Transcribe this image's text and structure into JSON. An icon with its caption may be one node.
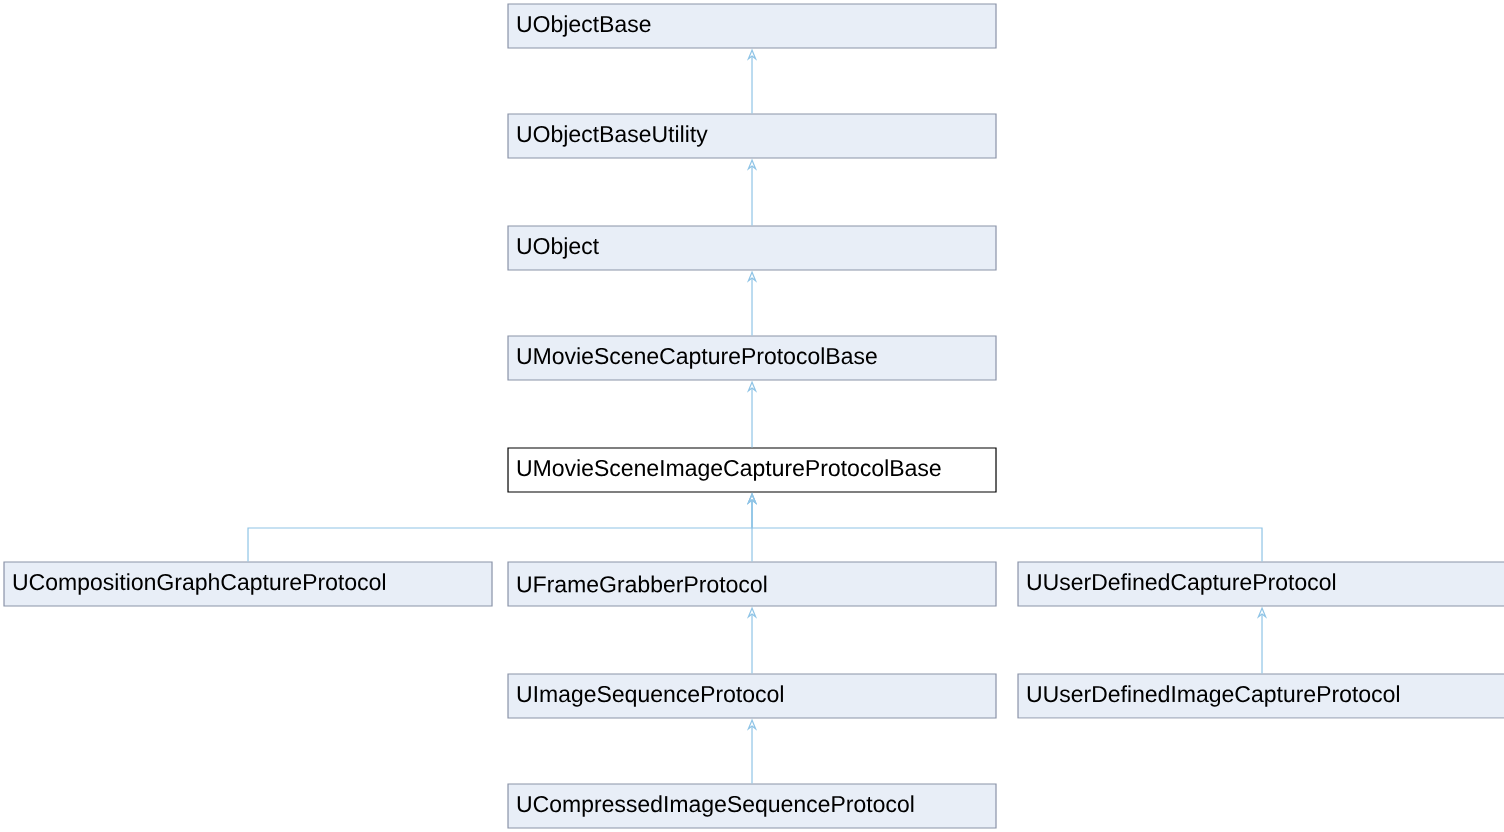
{
  "diagram": {
    "nodes": [
      {
        "text": [
          "UObjectBase"
        ]
      },
      {
        "text": [
          "UObjectBaseUtility"
        ]
      },
      {
        "text": [
          "UObject"
        ]
      },
      {
        "text": [
          "UMovieSceneCaptureProtocolBase"
        ]
      },
      {
        "text": [
          "UMovieSceneImageCaptureProtocolBase"
        ]
      },
      {
        "text": [
          "UCompositionGraphCaptureProtocol"
        ]
      },
      {
        "text": [
          "UFrameGrabberProtocol"
        ]
      },
      {
        "text": [
          "UUserDefinedCaptureProtocol"
        ]
      },
      {
        "text": [
          "UImageSequenceProtocol"
        ]
      },
      {
        "text": [
          "UUserDefinedImageCaptureProtocol"
        ]
      },
      {
        "text": [
          "UCompressedImageSequenceProtocol"
        ]
      }
    ],
    "edges": [
      {
        "from": 1,
        "to": 0,
        "arrow": "to"
      },
      {
        "from": 2,
        "to": 1,
        "arrow": "to"
      },
      {
        "from": 3,
        "to": 2,
        "arrow": "to"
      },
      {
        "from": 4,
        "to": 3,
        "arrow": "to"
      },
      {
        "from": 5,
        "to": 4,
        "arrow": "to"
      },
      {
        "from": 6,
        "to": 4,
        "arrow": "to"
      },
      {
        "from": 7,
        "to": 4,
        "arrow": "to"
      },
      {
        "from": 8,
        "to": 6,
        "arrow": "to"
      },
      {
        "from": 9,
        "to": 7,
        "arrow": "to"
      },
      {
        "from": 10,
        "to": 8,
        "arrow": "to"
      }
    ]
  }
}
